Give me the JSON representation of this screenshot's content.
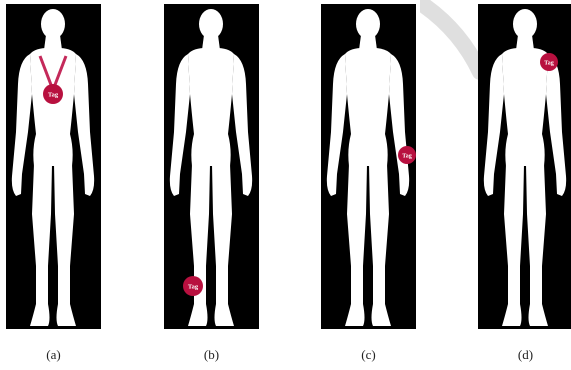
{
  "colors": {
    "background": "#ffffff",
    "panel": "#000000",
    "silhouette": "#ffffff",
    "tag_fill": "#b8103f",
    "lanyard": "#c4295a",
    "watermark": "#d9d9d9"
  },
  "panels": [
    {
      "id": "a",
      "caption": "(a)",
      "tag_text": "Tag",
      "tag_location": "chest (lanyard)"
    },
    {
      "id": "b",
      "caption": "(b)",
      "tag_text": "Tag",
      "tag_location": "right ankle"
    },
    {
      "id": "c",
      "caption": "(c)",
      "tag_text": "Tag",
      "tag_location": "left wrist"
    },
    {
      "id": "d",
      "caption": "(d)",
      "tag_text": "Tag",
      "tag_location": "left shoulder"
    }
  ]
}
